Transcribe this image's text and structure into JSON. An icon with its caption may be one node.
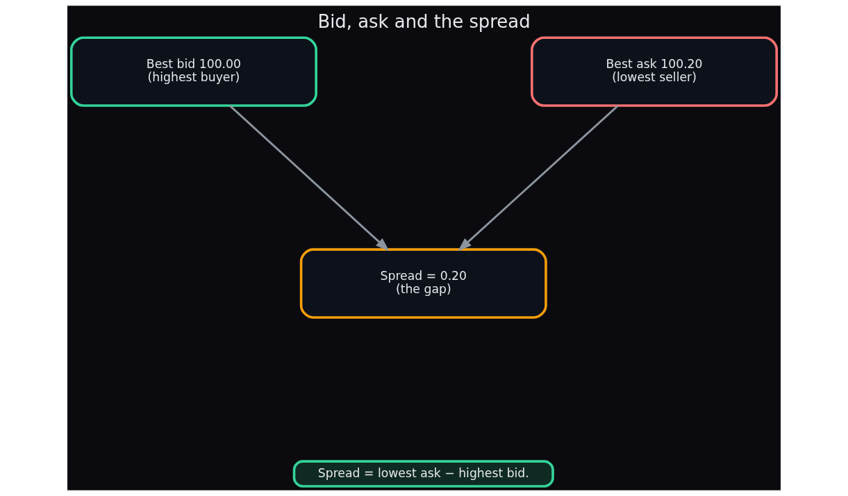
{
  "diagram": {
    "title": "Bid, ask and the spread",
    "nodes": [
      {
        "text": [
          "Best bid 100.00 (highest buyer)"
        ]
      },
      {
        "text": [
          "Best ask 100.20 (lowest seller)"
        ]
      },
      {
        "text": [
          "Spread = 0.20 (the gap)"
        ]
      },
      {
        "text": [
          "Spread = lowest ask − highest bid."
        ]
      }
    ],
    "edges": [
      {
        "from": 0,
        "to": 2,
        "arrow": "to"
      },
      {
        "from": 1,
        "to": 2,
        "arrow": "to"
      }
    ]
  }
}
